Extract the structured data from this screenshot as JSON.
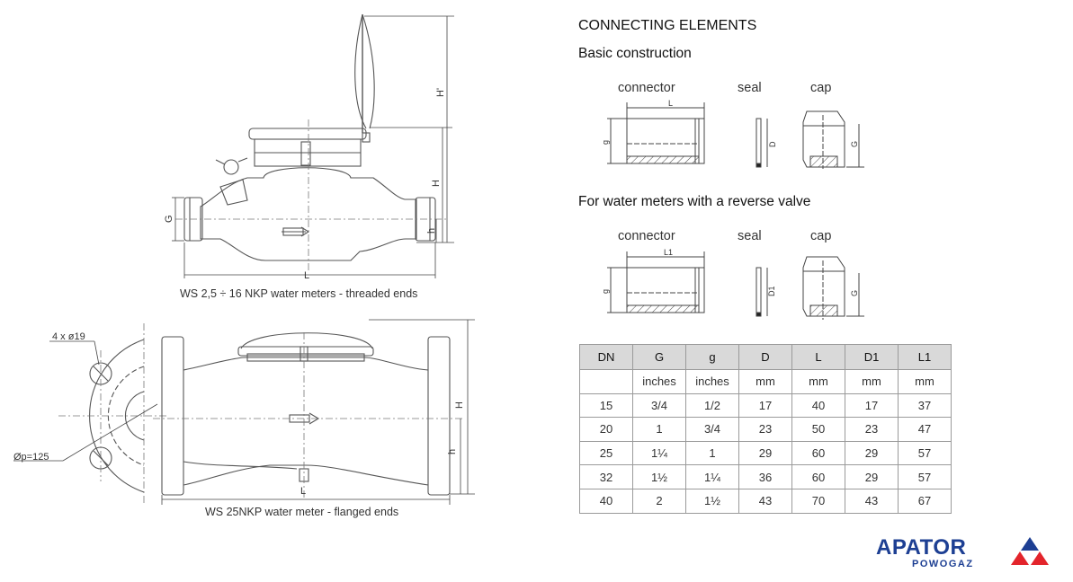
{
  "diagrams": {
    "threaded": {
      "caption": "WS 2,5 ÷ 16 NKP water meters - threaded ends",
      "labels": {
        "G": "G",
        "H": "H",
        "H_prime": "H'",
        "h": "h",
        "L": "L"
      }
    },
    "flanged": {
      "caption": "WS 25NKP water meter - flanged ends",
      "labels": {
        "bolts": "4 x ø19",
        "pitch": "Øp=125",
        "H": "H",
        "h": "h",
        "L": "L"
      }
    }
  },
  "connecting": {
    "title": "CONNECTING ELEMENTS",
    "basic": {
      "title": "Basic construction",
      "connector": "connector",
      "seal": "seal",
      "cap": "cap",
      "dim_L": "L",
      "dim_g": "g",
      "dim_D": "D",
      "dim_G": "G"
    },
    "reverse": {
      "title": "For water meters with a reverse valve",
      "connector": "connector",
      "seal": "seal",
      "cap": "cap",
      "dim_L": "L1",
      "dim_g": "g",
      "dim_D": "D1",
      "dim_G": "G"
    }
  },
  "table": {
    "headers": [
      "DN",
      "G",
      "g",
      "D",
      "L",
      "D1",
      "L1"
    ],
    "units": [
      "",
      "inches",
      "inches",
      "mm",
      "mm",
      "mm",
      "mm"
    ],
    "rows": [
      [
        "15",
        "3/4",
        "1/2",
        "17",
        "40",
        "17",
        "37"
      ],
      [
        "20",
        "1",
        "3/4",
        "23",
        "50",
        "23",
        "47"
      ],
      [
        "25",
        "1¼",
        "1",
        "29",
        "60",
        "29",
        "57"
      ],
      [
        "32",
        "1½",
        "1¼",
        "36",
        "60",
        "29",
        "57"
      ],
      [
        "40",
        "2",
        "1½",
        "43",
        "70",
        "43",
        "67"
      ]
    ]
  },
  "brand": {
    "name": "APATOR",
    "sub": "POWOGAZ",
    "colors": {
      "blue": "#1d3f93",
      "red": "#e3242b"
    }
  }
}
